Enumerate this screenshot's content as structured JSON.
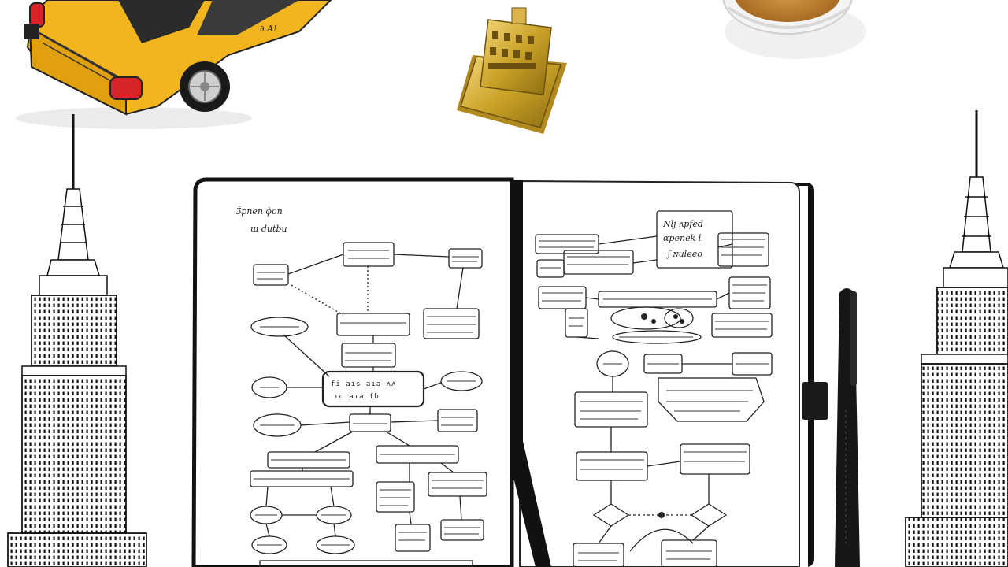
{
  "scene": {
    "background_color": "#ffffff",
    "ink_color": "#111111",
    "taxi_color": "#f2b51d",
    "gold_color": "#c9a227",
    "coffee_color": "#c98a35",
    "pen_color": "#161616"
  },
  "taxi": {
    "roof_text": "∂ A!"
  },
  "left_page": {
    "header_lines": [
      "Ǯpnen ɸon",
      "ɯ dutbu"
    ],
    "central_node": [
      "fi aıs aıa ʌʌ",
      "ıc aıa fb"
    ]
  },
  "right_page": {
    "header_lines": [
      "Nlj ʌpfed",
      "ɑpenek l",
      "ʃ ɴuleeo"
    ]
  },
  "icons": [
    "taxi-toy",
    "gold-stamp",
    "coffee-cup",
    "skyscraper",
    "notebook",
    "pen"
  ]
}
